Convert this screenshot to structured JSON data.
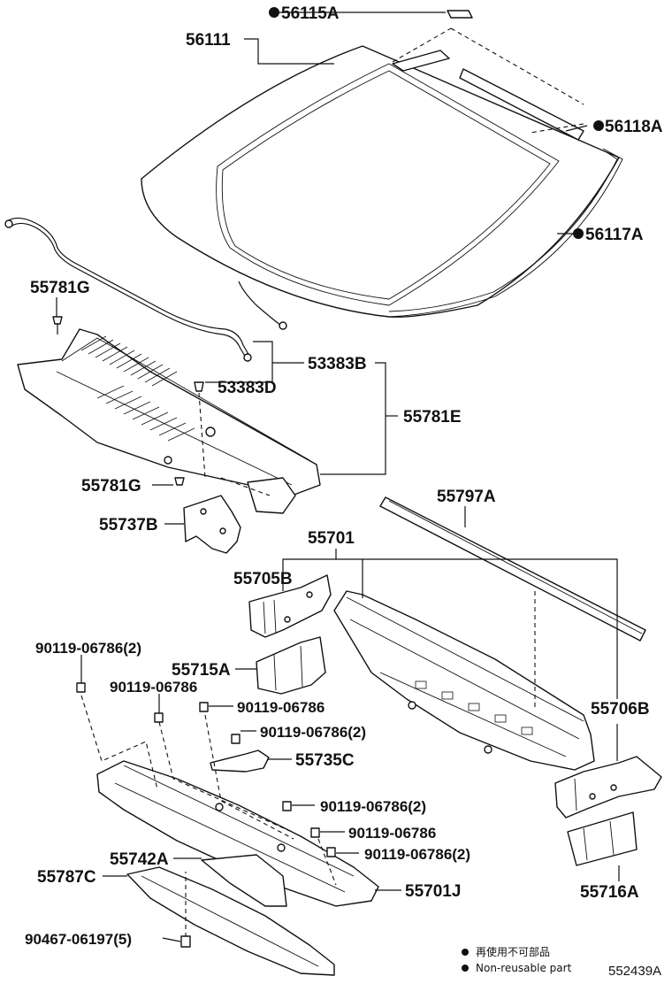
{
  "labels": {
    "p56115A": "56115A",
    "p56111": "56111",
    "p56118A": "56118A",
    "p56117A": "56117A",
    "p55781G_top": "55781G",
    "p53383B": "53383B",
    "p53383D": "53383D",
    "p55781E": "55781E",
    "p55781G_mid": "55781G",
    "p55737B": "55737B",
    "p55797A": "55797A",
    "p55701": "55701",
    "p55705B": "55705B",
    "p55715A": "55715A",
    "p90119_06786_2a": "90119-06786(2)",
    "p90119_06786_a": "90119-06786",
    "p90119_06786_b": "90119-06786",
    "p90119_06786_2b": "90119-06786(2)",
    "p55735C": "55735C",
    "p55706B": "55706B",
    "p90119_06786_2c": "90119-06786(2)",
    "p90119_06786_c": "90119-06786",
    "p90119_06786_2d": "90119-06786(2)",
    "p55742A": "55742A",
    "p55787C": "55787C",
    "p55701J": "55701J",
    "p55716A": "55716A",
    "p90467_06197_5": "90467-06197(5)"
  },
  "legend": {
    "line1": "再使用不可部品",
    "line2": "Non-reusable part"
  },
  "diagram_code": "552439A"
}
